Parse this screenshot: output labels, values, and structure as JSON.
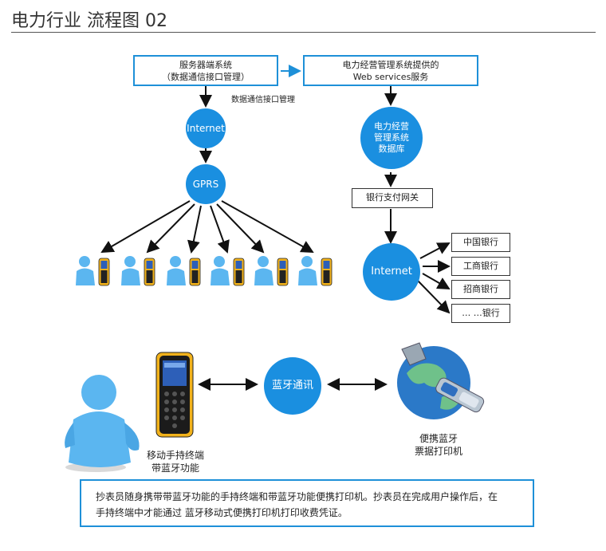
{
  "title": "电力行业 流程图 02",
  "server": {
    "line1": "服务器端系统",
    "line2": "（数据通信接口管理）"
  },
  "websvc": {
    "line1": "电力经营管理系统提供的",
    "line2": "Web services服务"
  },
  "data_mgmt_label": "数据通信接口管理",
  "internet_left": "Internet",
  "gprs": "GPRS",
  "db": {
    "line1": "电力经营",
    "line2": "管理系统",
    "line3": "数据库"
  },
  "gateway": "银行支付网关",
  "internet_right": "Internet",
  "banks": [
    "中国银行",
    "工商银行",
    "招商银行",
    "… …银行"
  ],
  "bluetooth": "蓝牙通讯",
  "handheld": {
    "line1": "移动手持终端",
    "line2": "带蓝牙功能"
  },
  "printer": {
    "line1": "便携蓝牙",
    "line2": "票据打印机"
  },
  "note": {
    "line1": "抄表员随身携带带蓝牙功能的手持终端和带蓝牙功能便携打印机。抄表员在完成用户操作后，在",
    "line2": "手持终端中才能通过 蓝牙移动式便携打印机打印收费凭证。"
  },
  "colors": {
    "accent": "#1a8fe0",
    "person": "#5bb6f0",
    "device_yellow": "#f2b21b"
  }
}
